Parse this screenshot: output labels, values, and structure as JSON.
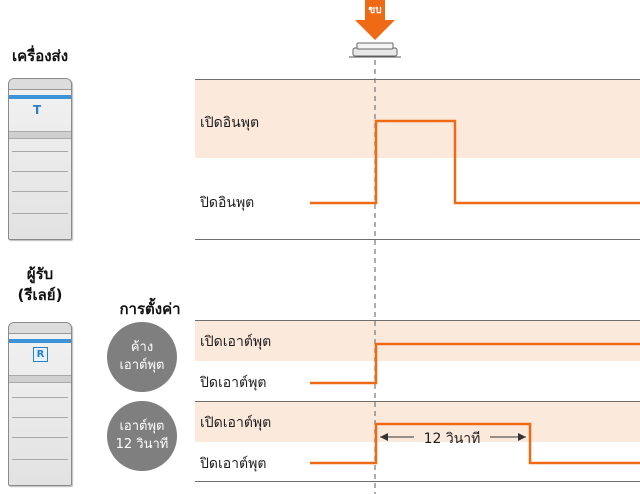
{
  "trigger_label": "ขบ",
  "sender": {
    "title": "เครื่องส่ง"
  },
  "receiver": {
    "title_line1": "ผู้รับ",
    "title_line2": "(รีเลย์)"
  },
  "settings_title": "การตั้งค่า",
  "modes": [
    {
      "line1": "ค้าง",
      "line2": "เอาต์พุต"
    },
    {
      "line1": "เอาต์พุต",
      "line2": "12 วินาที"
    }
  ],
  "input_rows": {
    "on_label": "เปิดอินพุต",
    "off_label": "ปิดอินพุต"
  },
  "output_rows": {
    "on_label": "เปิดเอาต์พุต",
    "off_label": "ปิดเอาต์พุต"
  },
  "duration_label": "12 วินาที",
  "colors": {
    "signal": "#ee6a14",
    "band": "#fbe9dc",
    "arrow": "#ee6a14",
    "badge": "#7f7f7f",
    "device_accent": "#3d93d8"
  }
}
